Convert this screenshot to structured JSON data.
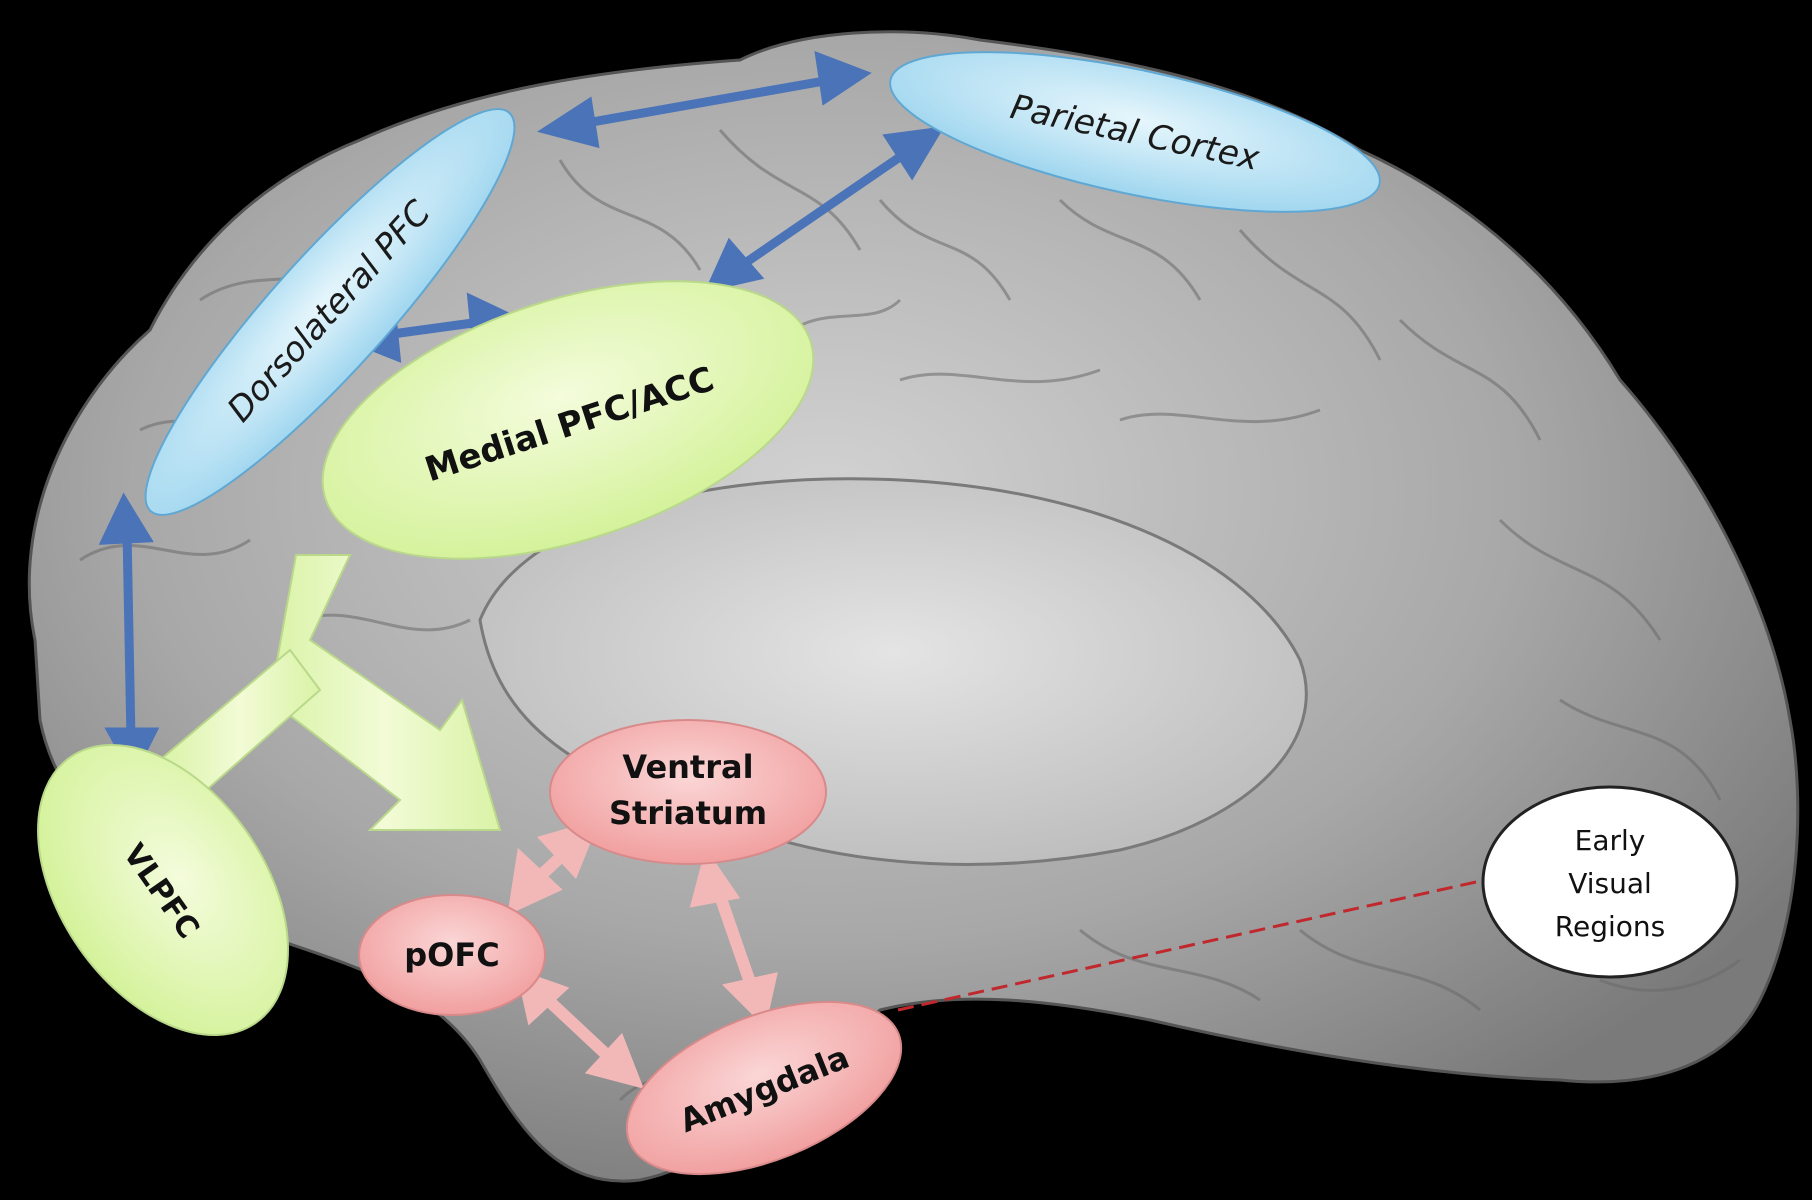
{
  "nodes": {
    "dorsolateral_pfc": {
      "label": "Dorsolateral PFC",
      "group": "cool"
    },
    "parietal_cortex": {
      "label": "Parietal Cortex",
      "group": "cool"
    },
    "medial_pfc_acc": {
      "label": "Medial PFC/ACC",
      "group": "regulatory"
    },
    "vlpfc": {
      "label": "VLPFC",
      "group": "regulatory"
    },
    "ventral_striatum": {
      "label_lines": [
        "Ventral",
        "Striatum"
      ],
      "group": "affective"
    },
    "pofc": {
      "label": "pOFC",
      "group": "affective"
    },
    "amygdala": {
      "label": "Amygdala",
      "group": "affective"
    },
    "early_visual": {
      "label_lines": [
        "Early",
        "Visual",
        "Regions"
      ],
      "group": "sensory"
    }
  },
  "connections": [
    {
      "from": "dorsolateral_pfc",
      "to": "parietal_cortex",
      "style": "double-arrow",
      "color": "#4a73b8"
    },
    {
      "from": "medial_pfc_acc",
      "to": "parietal_cortex",
      "style": "double-arrow",
      "color": "#4a73b8"
    },
    {
      "from": "dorsolateral_pfc",
      "to": "medial_pfc_acc",
      "style": "double-arrow",
      "color": "#4a73b8"
    },
    {
      "from": "dorsolateral_pfc",
      "to": "vlpfc",
      "style": "double-arrow",
      "color": "#4a73b8"
    },
    {
      "from": "medial_pfc_acc",
      "to": "affective_regions",
      "style": "block-arrow",
      "color": "#e6f7b8"
    },
    {
      "from": "ventral_striatum",
      "to": "pofc",
      "style": "double-arrow",
      "color": "#f2b8b8"
    },
    {
      "from": "ventral_striatum",
      "to": "amygdala",
      "style": "double-arrow",
      "color": "#f2b8b8"
    },
    {
      "from": "pofc",
      "to": "amygdala",
      "style": "double-arrow",
      "color": "#f2b8b8"
    },
    {
      "from": "amygdala",
      "to": "early_visual",
      "style": "dashed-line",
      "color": "#c0282d"
    }
  ],
  "colors": {
    "background": "#000000",
    "brain": "#9a9a9a",
    "cool_fill": "#bfe6f5",
    "cool_stroke": "#5fa8d3",
    "regulatory_fill": "#e3f7b0",
    "affective_fill": "#f6b5b5",
    "sensory_fill": "#ffffff",
    "blue_arrow": "#4a73b8",
    "pink_arrow": "#f2b8b8",
    "dashed": "#c0282d"
  }
}
